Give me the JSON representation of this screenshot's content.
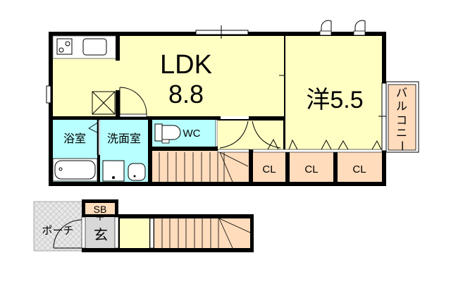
{
  "floorplan": {
    "colors": {
      "wall": "#000000",
      "living": "#ffffc4",
      "wet": "#b8ffff",
      "storage": "#ffdcbc",
      "entrance": "#d8d8d8",
      "porch": "#e4e4e4",
      "window": "#ffffff"
    },
    "rooms": {
      "ldk": {
        "label": "LDK",
        "size": "8.8"
      },
      "western": {
        "label": "洋5.5"
      },
      "bath": {
        "label": "浴室"
      },
      "washroom": {
        "label": "洗面室"
      },
      "wc": {
        "label": "WC"
      },
      "closet1": {
        "label": "CL"
      },
      "closet2": {
        "label": "CL"
      },
      "closet3": {
        "label": "CL"
      },
      "balcony": {
        "label": "バルコニー",
        "chars": [
          "バ",
          "ル",
          "コ",
          "ニ",
          "ー"
        ]
      },
      "shoebox": {
        "label": "SB"
      },
      "entrance": {
        "label": "玄"
      },
      "porch": {
        "label": "ポーチ"
      }
    }
  }
}
